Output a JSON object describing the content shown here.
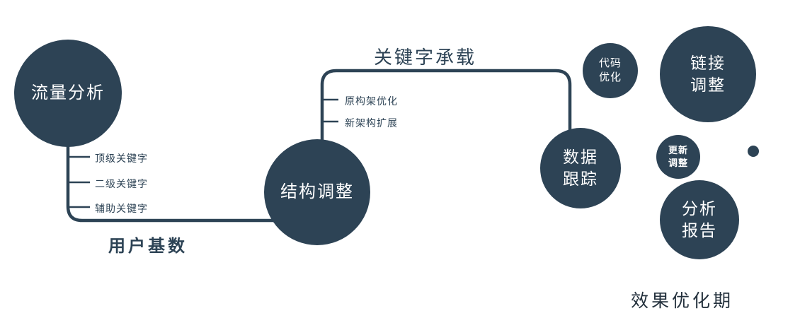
{
  "diagram": {
    "colors": {
      "primary": "#2d4355",
      "node_text": "#ffffff",
      "background": "#ffffff"
    },
    "nodes": {
      "traffic_analysis": {
        "label": "流量分析"
      },
      "structure_adjust": {
        "label": "结构调整"
      },
      "data_tracking": {
        "line1": "数据",
        "line2": "跟踪"
      },
      "code_optimization": {
        "line1": "代码",
        "line2": "优化"
      },
      "link_adjustment": {
        "line1": "链接",
        "line2": "调整"
      },
      "update_adjustment": {
        "line1": "更新",
        "line2": "调整"
      },
      "analysis_report": {
        "line1": "分析",
        "line2": "报告"
      }
    },
    "edge_labels": {
      "user_base": "用户基数",
      "keyword_carry": "关键字承载"
    },
    "branches_left": [
      "顶级关键字",
      "二级关键字",
      "辅助关键字"
    ],
    "branches_mid": [
      "原构架优化",
      "新架构扩展"
    ],
    "footer": "效果优化期"
  }
}
